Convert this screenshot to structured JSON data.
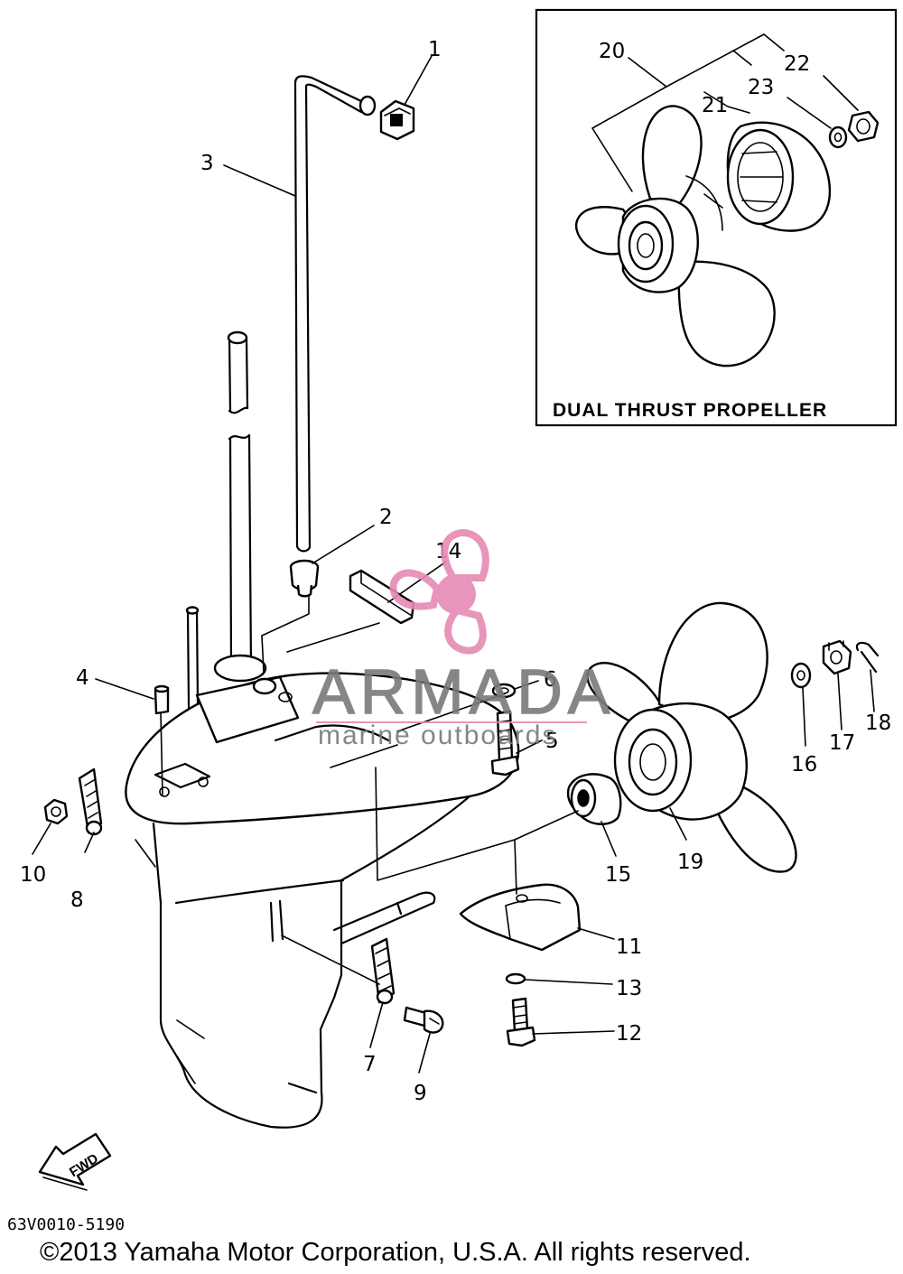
{
  "inset": {
    "title": "DUAL THRUST PROPELLER"
  },
  "direction_badge": "FWD",
  "watermark": {
    "brand": "ARMADA",
    "tagline": "marine outboards",
    "color": "#e58ab4"
  },
  "diagram_code": "63V0010-5190",
  "copyright": "©2013 Yamaha Motor Corporation, U.S.A. All rights reserved.",
  "callouts": {
    "c1": "1",
    "c2": "2",
    "c3": "3",
    "c4": "4",
    "c5": "5",
    "c6": "6",
    "c7": "7",
    "c8": "8",
    "c9": "9",
    "c10": "10",
    "c11": "11",
    "c12": "12",
    "c13": "13",
    "c14": "14",
    "c15": "15",
    "c16": "16",
    "c17": "17",
    "c18": "18",
    "c19": "19",
    "c20": "20",
    "c21": "21",
    "c22": "22",
    "c23": "23"
  }
}
